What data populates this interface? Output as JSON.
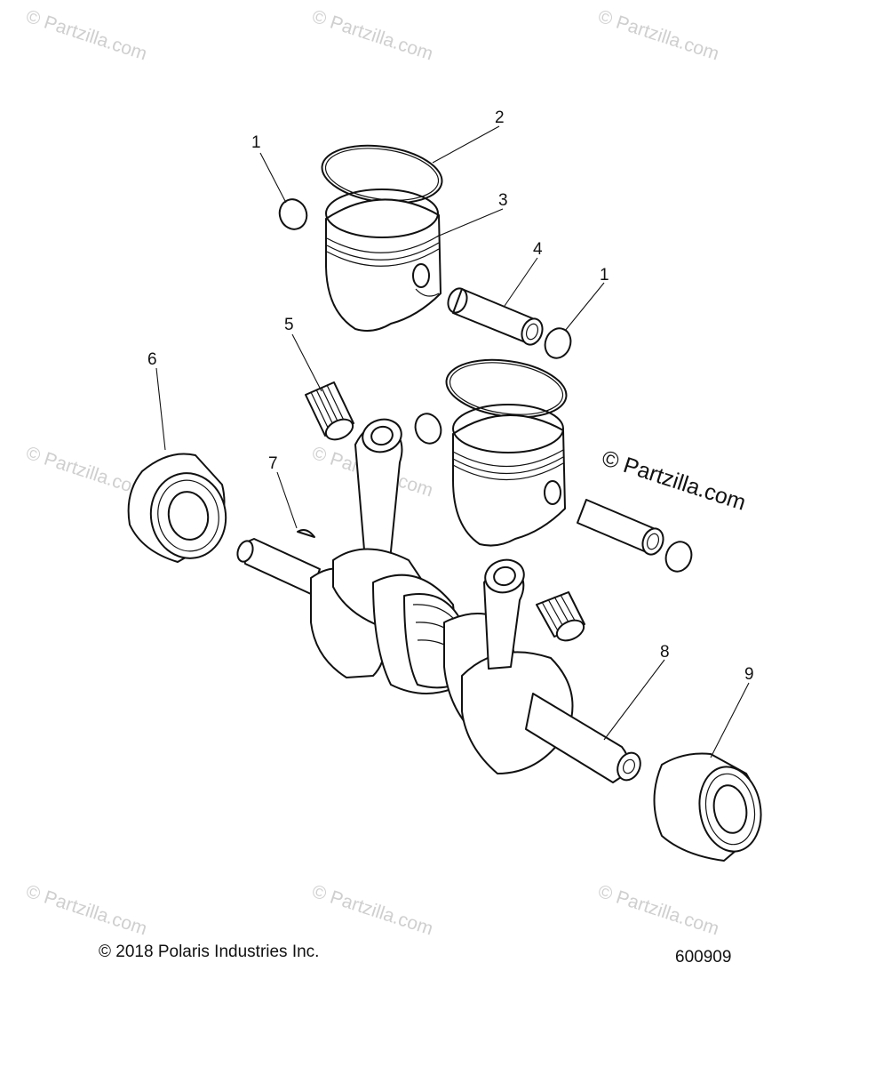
{
  "watermark": {
    "text": "© Partzilla.com",
    "big_text": "© Partzilla.com"
  },
  "callouts": [
    "1",
    "2",
    "3",
    "4",
    "1",
    "5",
    "6",
    "7",
    "8",
    "9"
  ],
  "footer": {
    "copyright": "© 2018 Polaris Industries Inc.",
    "figure_number": "600909"
  }
}
